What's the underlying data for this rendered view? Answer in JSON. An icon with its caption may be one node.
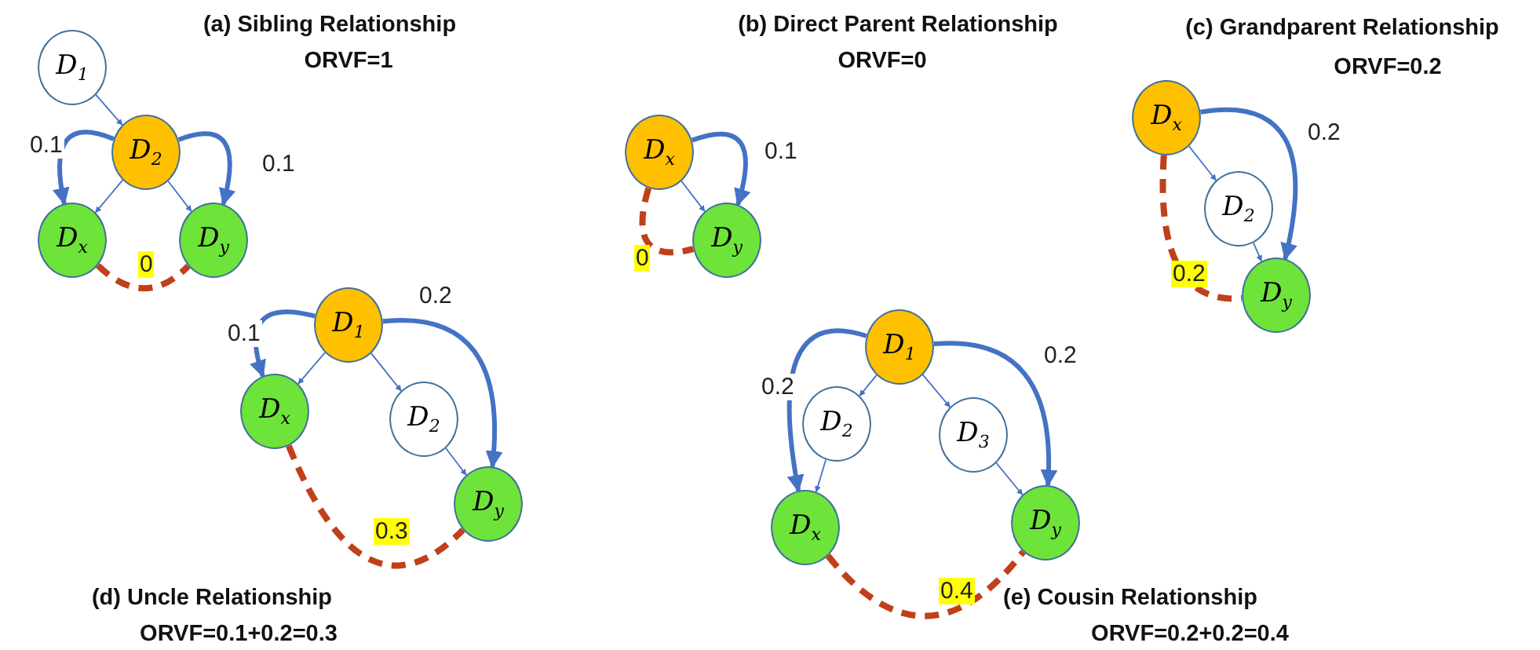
{
  "diagram": {
    "nodes": [
      {
        "text": [
          "D$_{1}$"
        ]
      },
      {
        "text": [
          "D$_{2}$"
        ]
      },
      {
        "text": [
          "D$_{x}$"
        ]
      },
      {
        "text": [
          "D$_{y}$"
        ]
      },
      {
        "text": [
          "D$_{x}$"
        ]
      },
      {
        "text": [
          "D$_{y}$"
        ]
      },
      {
        "text": [
          "D$_{x}$"
        ]
      },
      {
        "text": [
          "D$_{2}$"
        ]
      },
      {
        "text": [
          "D$_{y}$"
        ]
      },
      {
        "text": [
          "D$_{1}$"
        ]
      },
      {
        "text": [
          "D$_{x}$"
        ]
      },
      {
        "text": [
          "D$_{2}$"
        ]
      },
      {
        "text": [
          "D$_{y}$"
        ]
      },
      {
        "text": [
          "D$_{1}$"
        ]
      },
      {
        "text": [
          "D$_{2}$"
        ]
      },
      {
        "text": [
          "D$_{3}$"
        ]
      },
      {
        "text": [
          "D$_{x}$"
        ]
      },
      {
        "text": [
          "D$_{y}$"
        ]
      }
    ],
    "edges": [
      {
        "from": 0,
        "to": 1,
        "arrow": "to"
      },
      {
        "from": 1,
        "to": 2,
        "arrow": "to"
      },
      {
        "from": 1,
        "to": 3,
        "arrow": "to"
      },
      {
        "from": 1,
        "to": 2,
        "arrow": "to",
        "style": "thick",
        "label": "0.1"
      },
      {
        "from": 1,
        "to": 3,
        "arrow": "to",
        "style": "thick",
        "label": "0.1"
      },
      {
        "from": 2,
        "to": 3,
        "arrow": "none",
        "style": "dashed",
        "color": "#c0401a",
        "label": "0"
      },
      {
        "from": 4,
        "to": 5,
        "arrow": "to"
      },
      {
        "from": 4,
        "to": 5,
        "arrow": "to",
        "style": "thick",
        "label": "0.1"
      },
      {
        "from": 4,
        "to": 5,
        "arrow": "none",
        "style": "dashed",
        "color": "#c0401a",
        "label": "0"
      },
      {
        "from": 6,
        "to": 7,
        "arrow": "to"
      },
      {
        "from": 7,
        "to": 8,
        "arrow": "to"
      },
      {
        "from": 6,
        "to": 8,
        "arrow": "to",
        "style": "thick",
        "label": "0.2"
      },
      {
        "from": 6,
        "to": 8,
        "arrow": "none",
        "style": "dashed",
        "color": "#c0401a",
        "label": "0.2"
      },
      {
        "from": 9,
        "to": 10,
        "arrow": "to"
      },
      {
        "from": 9,
        "to": 11,
        "arrow": "to"
      },
      {
        "from": 11,
        "to": 12,
        "arrow": "to"
      },
      {
        "from": 9,
        "to": 10,
        "arrow": "to",
        "style": "thick",
        "label": "0.1"
      },
      {
        "from": 9,
        "to": 12,
        "arrow": "to",
        "style": "thick",
        "label": "0.2"
      },
      {
        "from": 10,
        "to": 12,
        "arrow": "none",
        "style": "dashed",
        "color": "#c0401a",
        "label": "0.3"
      },
      {
        "from": 13,
        "to": 14,
        "arrow": "to"
      },
      {
        "from": 13,
        "to": 15,
        "arrow": "to"
      },
      {
        "from": 14,
        "to": 16,
        "arrow": "to"
      },
      {
        "from": 15,
        "to": 17,
        "arrow": "to"
      },
      {
        "from": 13,
        "to": 16,
        "arrow": "to",
        "style": "thick",
        "label": "0.2"
      },
      {
        "from": 13,
        "to": 17,
        "arrow": "to",
        "style": "thick",
        "label": "0.2"
      },
      {
        "from": 16,
        "to": 17,
        "arrow": "none",
        "style": "dashed",
        "color": "#c0401a",
        "label": "0.4"
      }
    ],
    "labels": [
      "(a) Sibling Relationship",
      "ORVF=1",
      "(b) Direct Parent Relationship",
      "ORVF=0",
      "(c) Grandparent Relationship",
      "ORVF=0.2",
      "(d) Uncle Relationship",
      "ORVF=0.1+0.2=0.3",
      "(e) Cousin Relationship",
      "ORVF=0.2+0.2=0.4"
    ]
  }
}
